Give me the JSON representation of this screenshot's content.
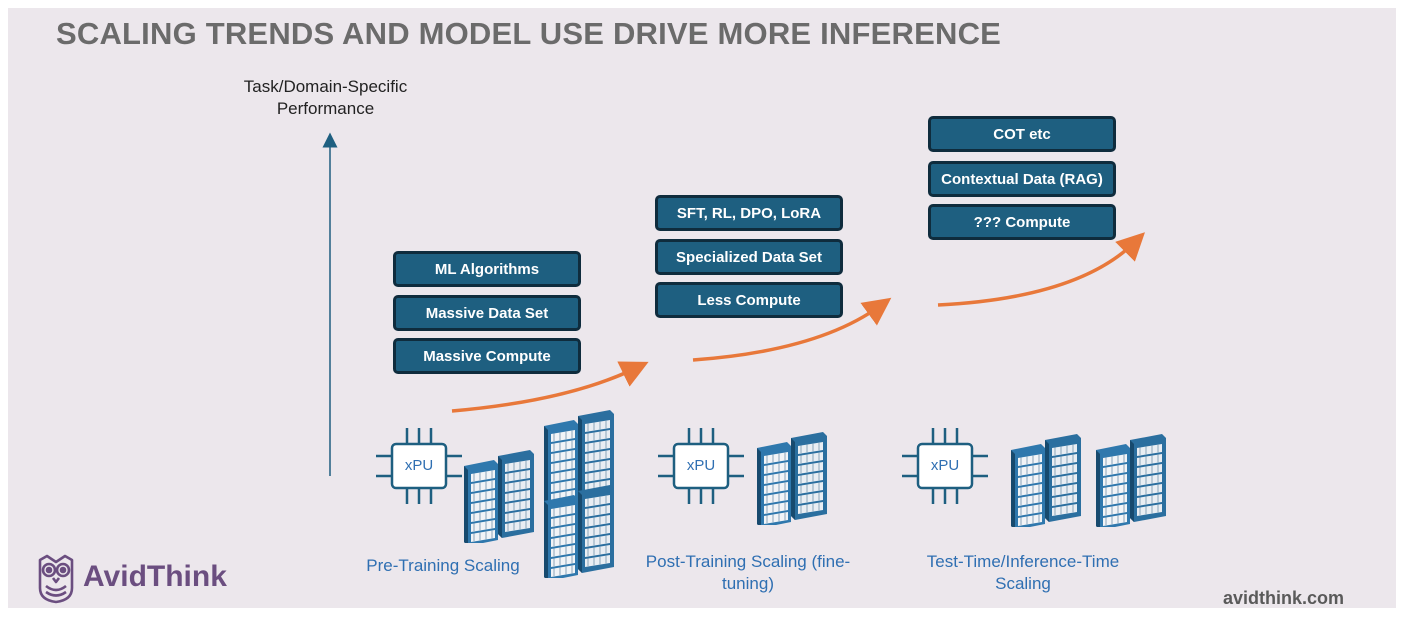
{
  "title": "SCALING TRENDS AND MODEL USE DRIVE MORE INFERENCE",
  "axis_label": "Task/Domain-Specific Performance",
  "stages": [
    {
      "label": "Pre-Training Scaling",
      "chip": "xPU",
      "boxes": [
        "ML Algorithms",
        "Massive Data Set",
        "Massive Compute"
      ]
    },
    {
      "label": "Post-Training Scaling (fine-tuning)",
      "chip": "xPU",
      "boxes": [
        "SFT, RL, DPO, LoRA",
        "Specialized Data Set",
        "Less Compute"
      ]
    },
    {
      "label": "Test-Time/Inference-Time Scaling",
      "chip": "xPU",
      "boxes": [
        "COT etc",
        "Contextual Data (RAG)",
        "??? Compute"
      ]
    }
  ],
  "logo": "AvidThink",
  "website": "avidthink.com",
  "colors": {
    "box_fill": "#1e5f80",
    "box_border": "#0f2c3d",
    "arrow": "#e8783a",
    "stage_label": "#2f6fb2",
    "background": "#ece7ec"
  }
}
